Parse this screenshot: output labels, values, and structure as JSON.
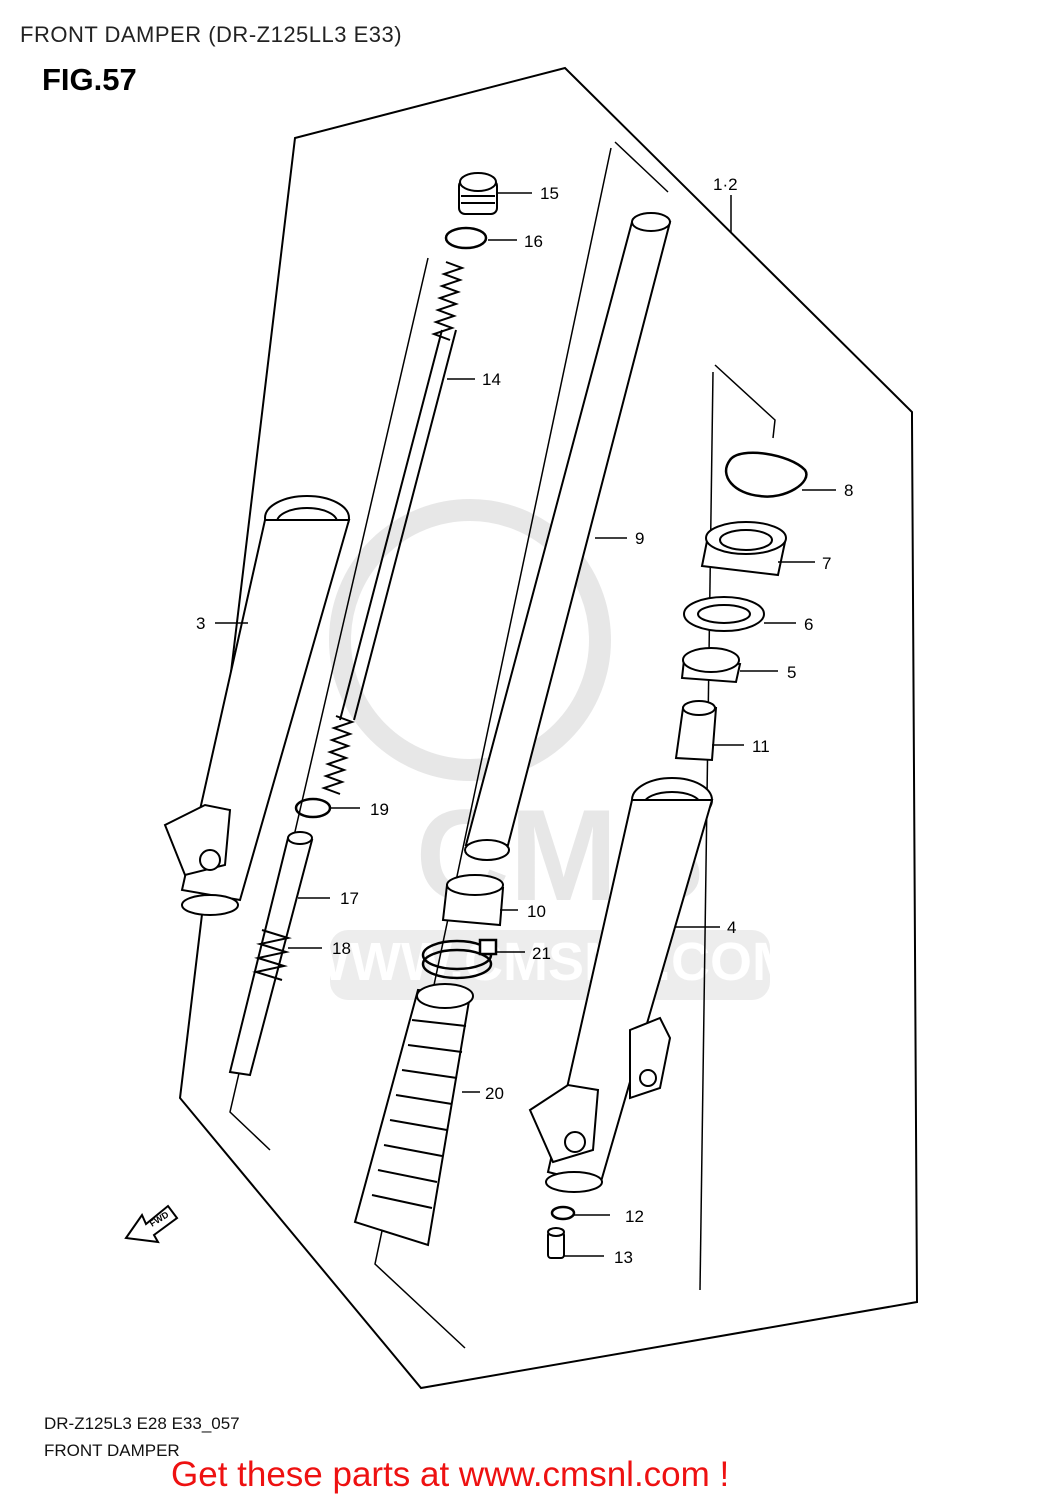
{
  "header": {
    "title": "FRONT DAMPER (DR-Z125LL3 E33)"
  },
  "figure": {
    "label": "FIG.57"
  },
  "footer": {
    "code": "DR-Z125L3 E28 E33_057",
    "caption": "FRONT DAMPER",
    "promo": "Get these parts at www.cmsnl.com !"
  },
  "watermark": {
    "text": "WWW.CMSNL.COM",
    "logo": "CMS"
  },
  "fwd_arrow": {
    "text": "FWD"
  },
  "callouts": {
    "c15": "15",
    "c16": "16",
    "c14": "14",
    "c12x": "1·2",
    "c8": "8",
    "c9": "9",
    "c7": "7",
    "c6": "6",
    "c3": "3",
    "c5": "5",
    "c11": "11",
    "c19": "19",
    "c17": "17",
    "c10": "10",
    "c4": "4",
    "c18": "18",
    "c21": "21",
    "c20": "20",
    "c12": "12",
    "c13": "13"
  },
  "colors": {
    "promo": "#ee1111",
    "line": "#000000",
    "watermark": "#d8d8d8"
  }
}
